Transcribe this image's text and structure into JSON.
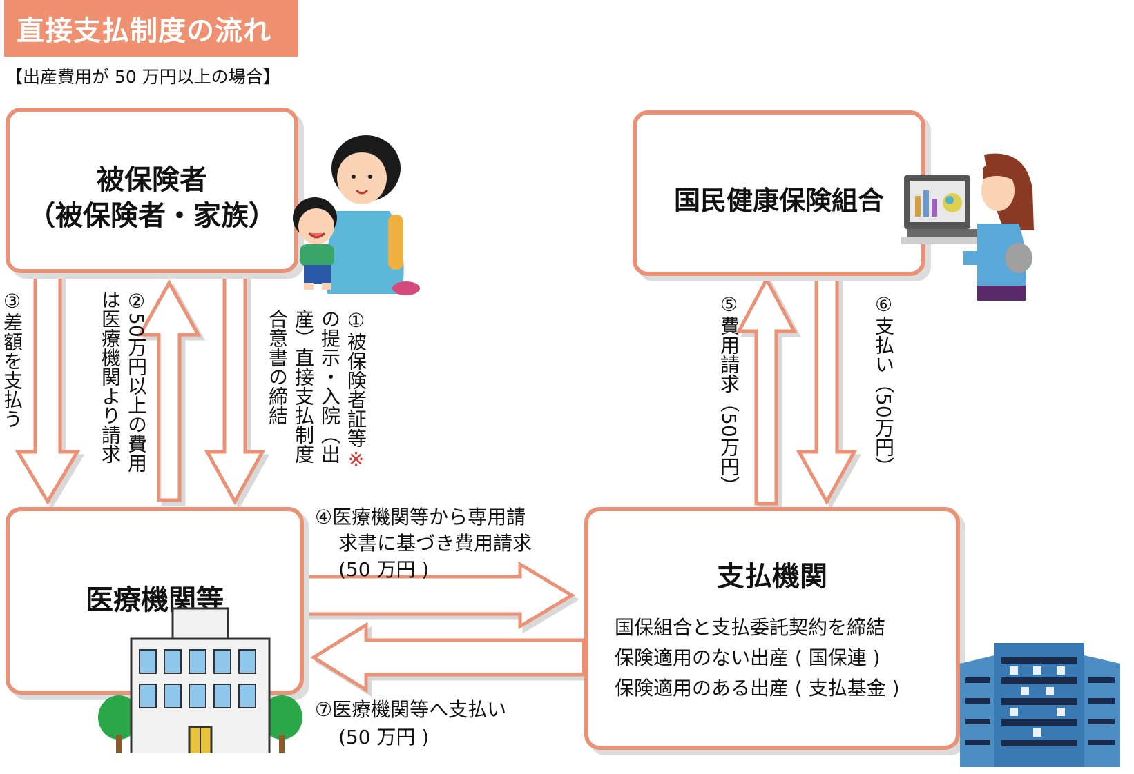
{
  "title": "直接支払制度の流れ",
  "subtitle": "【出産費用が 50 万円以上の場合】",
  "nodes": {
    "insured": {
      "line1": "被保険者",
      "line2": "（被保険者・家族）"
    },
    "union": {
      "label": "国民健康保険組合"
    },
    "medical": {
      "label": "医療機関等"
    },
    "payer": {
      "label": "支払機関",
      "lines": [
        "国保組合と支払委託契約を締結",
        "保険適用のない出産 ( 国保連 )",
        "保険適用のある出産 ( 支払基金 )"
      ]
    }
  },
  "steps": {
    "s1": "①被保険者証等",
    "s1_mark": "※",
    "s1b": "の提示・入院（出",
    "s1c": "産）直接支払制度",
    "s1d": "合意書の締結",
    "s2a": "②50万円以上の費用",
    "s2b": "は医療機関より請求",
    "s3": "③差額を支払う",
    "s4a": "④医療機関等から専用請",
    "s4b": "求書に基づき費用請求",
    "s4c": "(50 万円 )",
    "s5": "⑤費用請求（50万円）",
    "s6": "⑥支払い（50万円）",
    "s7a": "⑦医療機関等へ支払い",
    "s7b": "(50 万円 )"
  },
  "colors": {
    "accent": "#ef9170",
    "border": "#eb9176",
    "note": "#e5322e"
  },
  "icons": [
    "mother-child-icon",
    "office-worker-icon",
    "hospital-icon",
    "office-building-icon"
  ]
}
